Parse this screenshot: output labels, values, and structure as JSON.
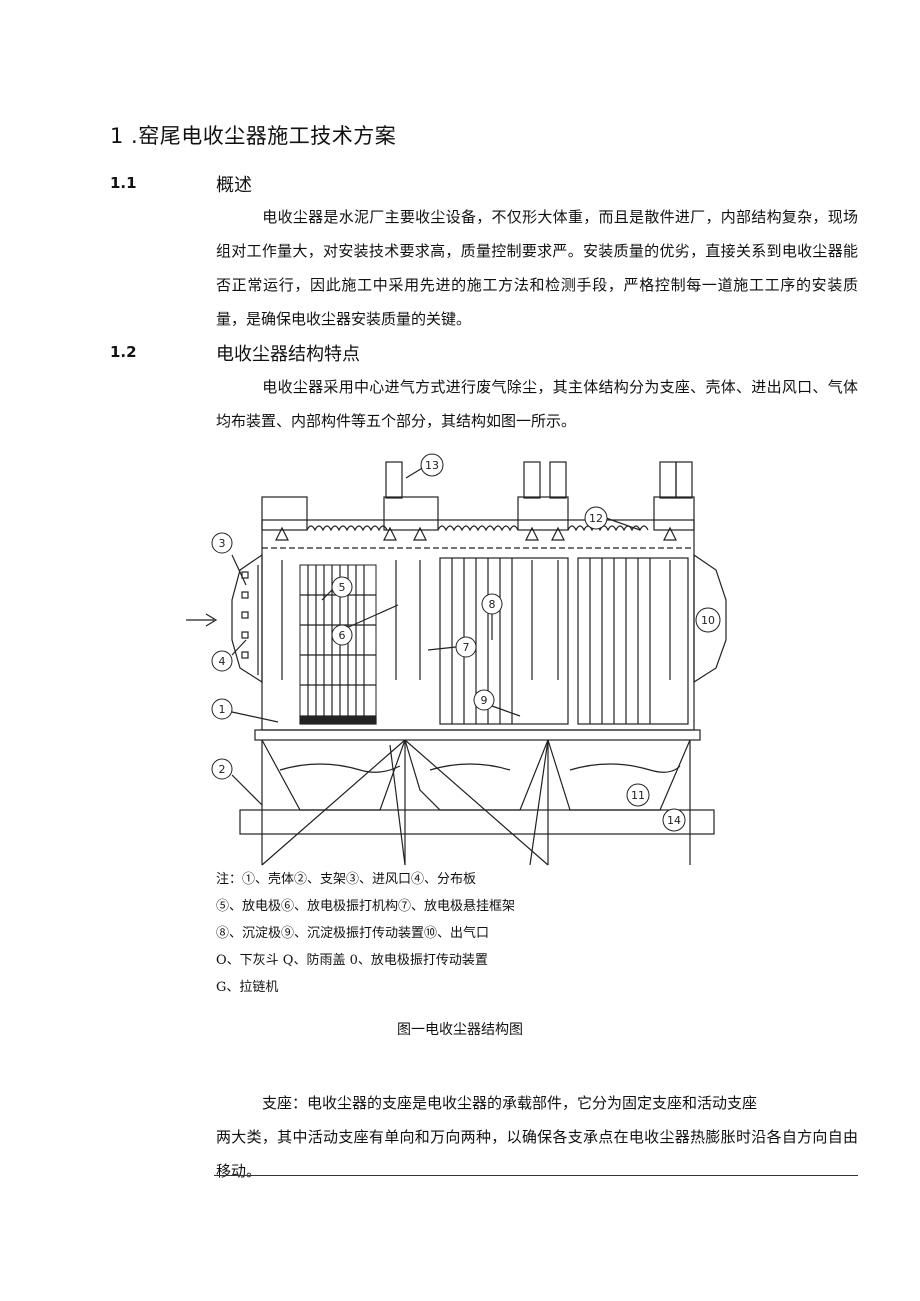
{
  "heading": "1  .窑尾电收尘器施工技术方案",
  "section_1_1": {
    "number": "1.1",
    "title": "概述",
    "paragraph": "电收尘器是水泥厂主要收尘设备，不仅形大体重，而且是散件进厂，内部结构复杂，现场组对工作量大，对安装技术要求高，质量控制要求严。安装质量的优劣，直接关系到电收尘器能否正常运行，因此施工中采用先进的施工方法和检测手段，严格控制每一道施工工序的安装质量，是确保电收尘器安装质量的关键。"
  },
  "section_1_2": {
    "number": "1.2",
    "title": "电收尘器结构特点",
    "paragraph": "电收尘器采用中心进气方式进行废气除尘，其主体结构分为支座、壳体、进出风口、气体均布装置、内部构件等五个部分，其结构如图一所示。"
  },
  "figure": {
    "callouts": [
      "1",
      "2",
      "3",
      "4",
      "5",
      "6",
      "7",
      "8",
      "9",
      "10",
      "11",
      "12",
      "13",
      "14"
    ],
    "notes": [
      "注：①、壳体②、支架③、进风口④、分布板",
      "⑤、放电极⑥、放电极振打机构⑦、放电极悬挂框架",
      "⑧、沉淀极⑨、沉淀极振打传动装置⑩、出气口",
      "O、下灰斗 Q、防雨盖 0、放电极振打传动装置",
      "G、拉链机"
    ],
    "caption": "图一电收尘器结构图"
  },
  "support_paragraph": {
    "line1": "支座：电收尘器的支座是电收尘器的承载部件，它分为固定支座和活动支座",
    "rest": "两大类，其中活动支座有单向和万向两种，以确保各支承点在电收尘器热膨胀时沿各自方向自由移动。"
  }
}
